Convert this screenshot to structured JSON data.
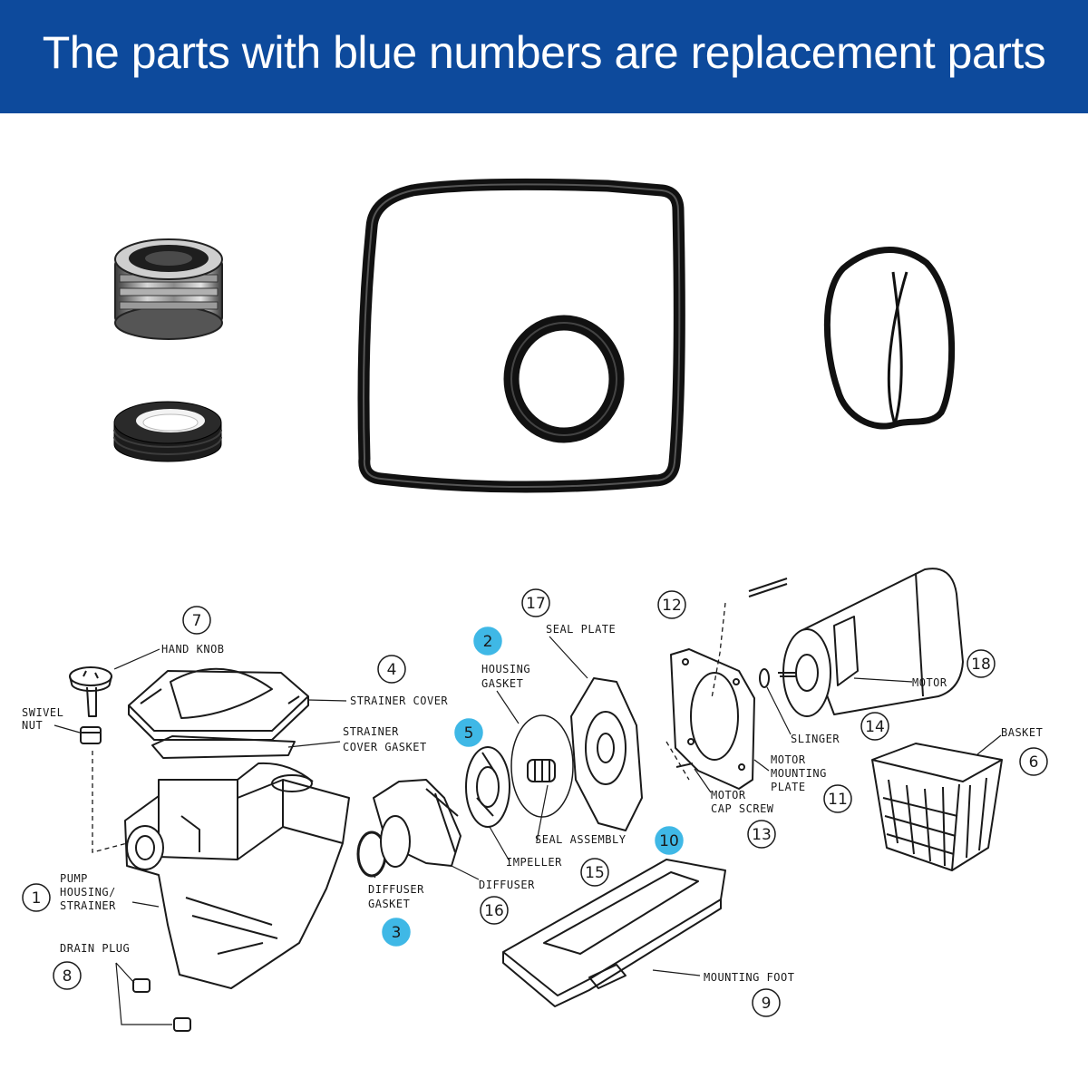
{
  "banner": {
    "text": "The parts with blue numbers are replacement parts",
    "background_color": "#0d4a9c",
    "text_color": "#ffffff"
  },
  "highlight_color": "#3fb8e6",
  "photos": [
    {
      "name": "shaft-seal-assembly"
    },
    {
      "name": "seal-ring"
    },
    {
      "name": "square-strainer-cover-gasket"
    },
    {
      "name": "round-diffuser-gasket"
    },
    {
      "name": "housing-o-ring"
    }
  ],
  "parts": [
    {
      "number": "1",
      "label": [
        "PUMP",
        "HOUSING/",
        "STRAINER"
      ],
      "replacement": false
    },
    {
      "number": "2",
      "label": [
        "HOUSING",
        "GASKET"
      ],
      "replacement": true
    },
    {
      "number": "3",
      "label": [
        "DIFFUSER",
        "GASKET"
      ],
      "replacement": true
    },
    {
      "number": "4",
      "label": [
        "STRAINER COVER"
      ],
      "replacement": false
    },
    {
      "number": "5",
      "label": [
        "STRAINER",
        "COVER GASKET"
      ],
      "replacement": true
    },
    {
      "number": "6",
      "label": [
        "BASKET"
      ],
      "replacement": false
    },
    {
      "number": "7",
      "label": [
        "HAND KNOB"
      ],
      "replacement": false
    },
    {
      "number": "8",
      "label": [
        "DRAIN PLUG"
      ],
      "replacement": false
    },
    {
      "number": "9",
      "label": [
        "MOUNTING FOOT"
      ],
      "replacement": false
    },
    {
      "number": "10",
      "label": [
        "SEAL ASSEMBLY"
      ],
      "replacement": true
    },
    {
      "number": "11",
      "label": [
        "MOTOR",
        "MOUNTING",
        "PLATE"
      ],
      "replacement": false
    },
    {
      "number": "12",
      "label": [],
      "replacement": false
    },
    {
      "number": "13",
      "label": [
        "MOTOR",
        "CAP SCREW"
      ],
      "replacement": false
    },
    {
      "number": "14",
      "label": [
        "SLINGER"
      ],
      "replacement": false
    },
    {
      "number": "15",
      "label": [
        "IMPELLER"
      ],
      "replacement": false
    },
    {
      "number": "16",
      "label": [
        "DIFFUSER"
      ],
      "replacement": false
    },
    {
      "number": "17",
      "label": [
        "SEAL PLATE"
      ],
      "replacement": false
    },
    {
      "number": "18",
      "label": [
        "MOTOR"
      ],
      "replacement": false
    }
  ],
  "extra_labels": [
    [
      "SWIVEL",
      "NUT"
    ]
  ]
}
